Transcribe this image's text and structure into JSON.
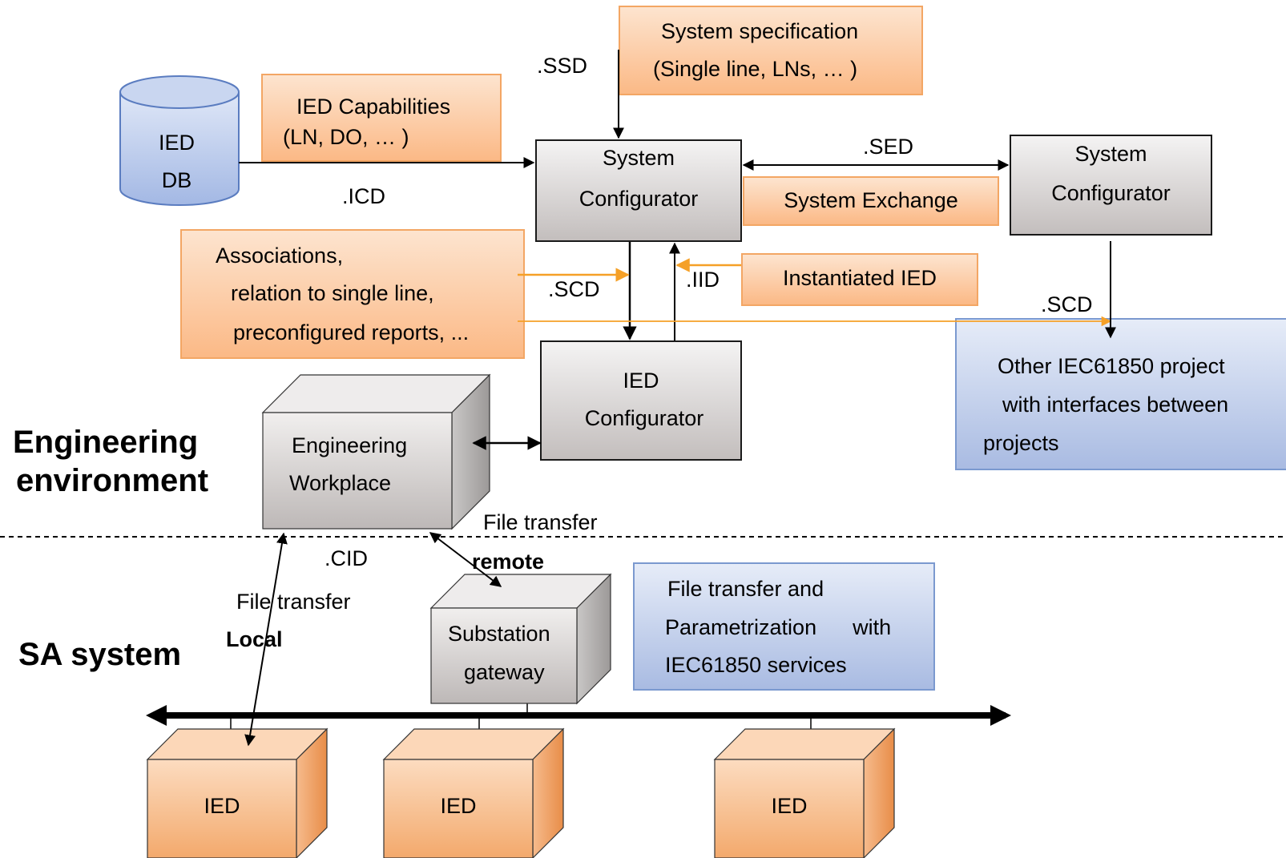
{
  "labels": {
    "engineering_environment": [
      "Engineering",
      "environment"
    ],
    "sa_system": "SA system"
  },
  "nodes": {
    "ied_db": [
      "IED",
      "DB"
    ],
    "ied_capabilities": [
      "IED Capabilities",
      "(LN, DO,     … )"
    ],
    "system_specification": [
      "System specification",
      "(Single line, LNs,      … )"
    ],
    "system_configurator_main": [
      "System",
      "Configurator"
    ],
    "system_configurator_remote": [
      "System",
      "Configurator"
    ],
    "system_exchange": "System Exchange",
    "associations": [
      "Associations,",
      "relation to single line,",
      "preconfigured reports, ..."
    ],
    "instantiated_ied": "Instantiated IED",
    "ied_configurator": [
      "IED",
      "Configurator"
    ],
    "other_project": [
      "Other IEC61850 project",
      "with interfaces between",
      "projects"
    ],
    "engineering_workplace": [
      "Engineering",
      "Workplace"
    ],
    "substation_gateway": [
      "Substation",
      "gateway"
    ],
    "file_transfer_services": [
      "File transfer and",
      "Parametrization      with",
      "IEC61850 services"
    ],
    "ied_devices": [
      "IED",
      "IED",
      "IED"
    ]
  },
  "edges": {
    "icd": ".ICD",
    "ssd": ".SSD",
    "sed": ".SED",
    "scd_local": ".SCD",
    "iid": ".IID",
    "scd_remote": ".SCD",
    "cid": ".CID",
    "file_transfer_top": "File transfer",
    "file_transfer_local": "File transfer",
    "local": "Local",
    "remote": "remote"
  },
  "colors": {
    "orange_fill": "#fbb986",
    "orange_border": "#f3a664",
    "orange_arrow": "#f5a027",
    "blue_fill": "#a9bbe2",
    "blue_border": "#7b99cf",
    "grey_fill": "#c3bebd",
    "ied_fill": "#f8c295",
    "line": "#000000"
  }
}
